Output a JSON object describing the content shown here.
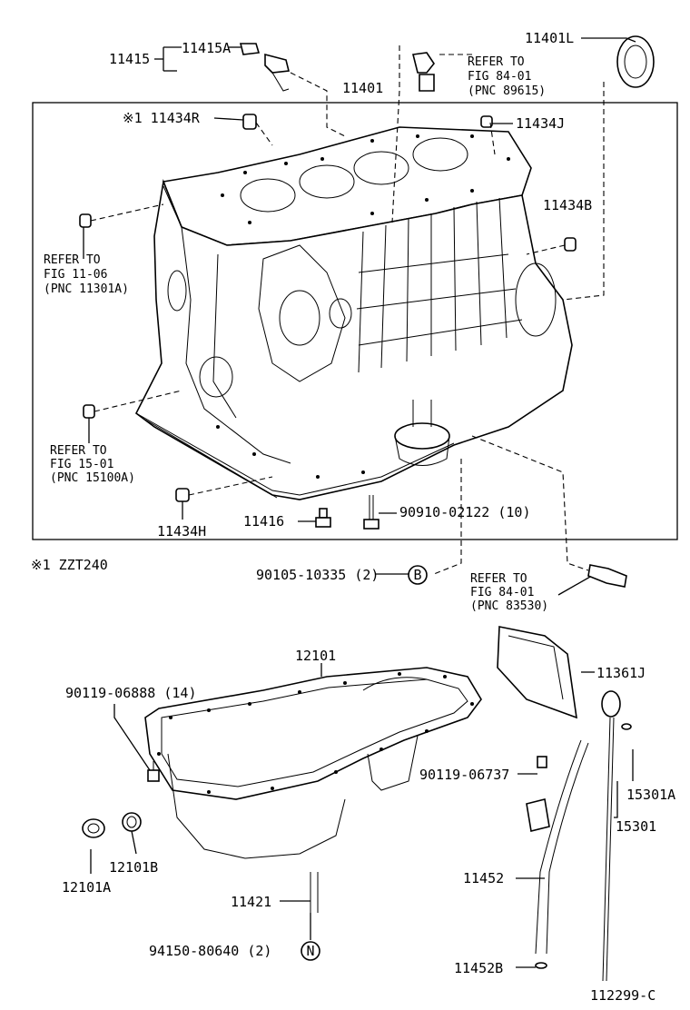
{
  "labels": {
    "p11415": "11415",
    "p11415A": "11415A",
    "p11401": "11401",
    "p11401L": "11401L",
    "ref_89615_a": "REFER TO",
    "ref_89615_b": "FIG 84-01",
    "ref_89615_c": "(PNC 89615)",
    "p11434R": "※1 11434R",
    "p11434J": "11434J",
    "p11434B": "11434B",
    "ref_11301_a": "REFER TO",
    "ref_11301_b": "FIG 11-06",
    "ref_11301_c": "(PNC 11301A)",
    "ref_15100_a": "REFER TO",
    "ref_15100_b": "FIG 15-01",
    "ref_15100_c": "(PNC 15100A)",
    "p11434H": "11434H",
    "p11416": "11416",
    "p90910": "90910-02122 (10)",
    "note_zzt240": "※1 ZZT240",
    "p90105": "90105-10335 (2)",
    "marker_b": "B",
    "ref_83530_a": "REFER TO",
    "ref_83530_b": "FIG 84-01",
    "ref_83530_c": "(PNC 83530)",
    "p12101": "12101",
    "p90119_06888": "90119-06888 (14)",
    "p11361J": "11361J",
    "p90119_06737": "90119-06737",
    "p15301A": "15301A",
    "p15301": "15301",
    "p12101B": "12101B",
    "p12101A": "12101A",
    "p11452": "11452",
    "p11421": "11421",
    "p94150": "94150-80640 (2)",
    "marker_n": "N",
    "p11452B": "11452B",
    "figure_code": "112299-C"
  }
}
